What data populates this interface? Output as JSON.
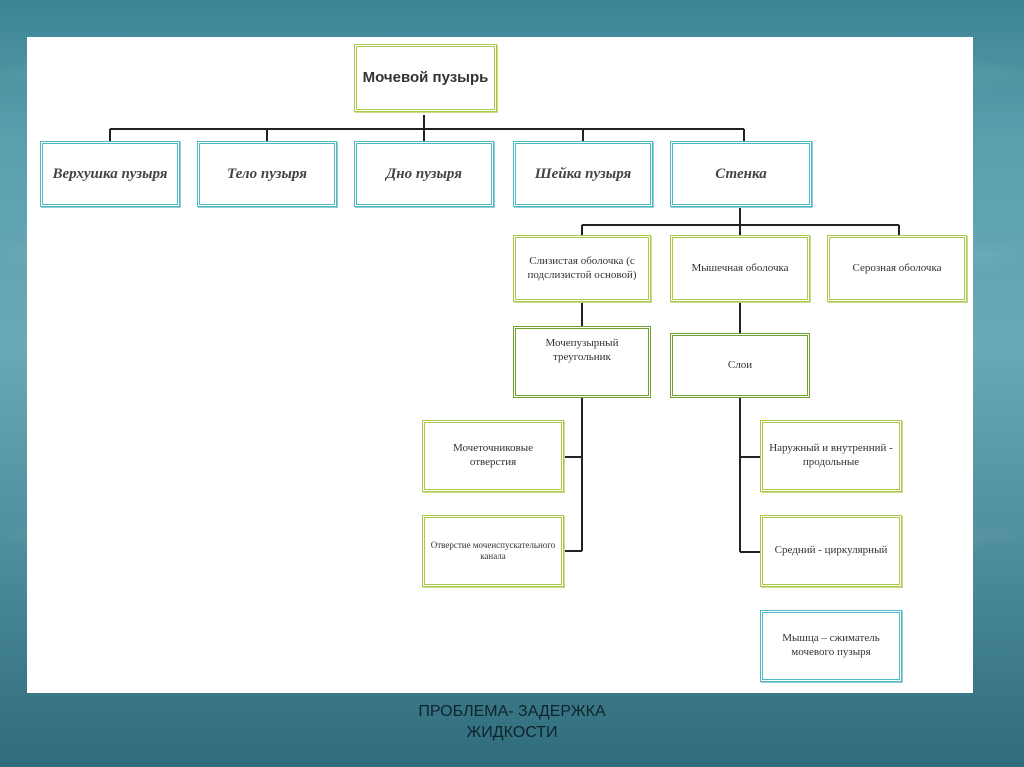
{
  "diagram": {
    "root": "Мочевой пузырь",
    "level1": [
      "Верхушка пузыря",
      "Тело пузыря",
      "Дно пузыря",
      "Шейка пузыря",
      "Стенка"
    ],
    "wall_layers": [
      "Слизистая оболочка (с подслизистой основой)",
      "Мышечная оболочка",
      "Серозная оболочка"
    ],
    "mucosa_child": "Мочепузырный треугольник",
    "triangle_children": [
      "Мочеточниковые отверстия",
      "Отверстие мочеиспускательного канала"
    ],
    "muscle_child": "Слои",
    "layers_children": [
      "Наружный и внутренний - продольные",
      "Средний - циркулярный",
      "Мышца – сжиматель мочевого пузыря"
    ]
  },
  "caption": {
    "line1": "ПРОБЛЕМА- ЗАДЕРЖКА",
    "line2": "ЖИДКОСТИ"
  },
  "colors": {
    "teal_border": "#4fb8c2",
    "green_border": "#a9c94a",
    "background": "#5a9fae"
  }
}
